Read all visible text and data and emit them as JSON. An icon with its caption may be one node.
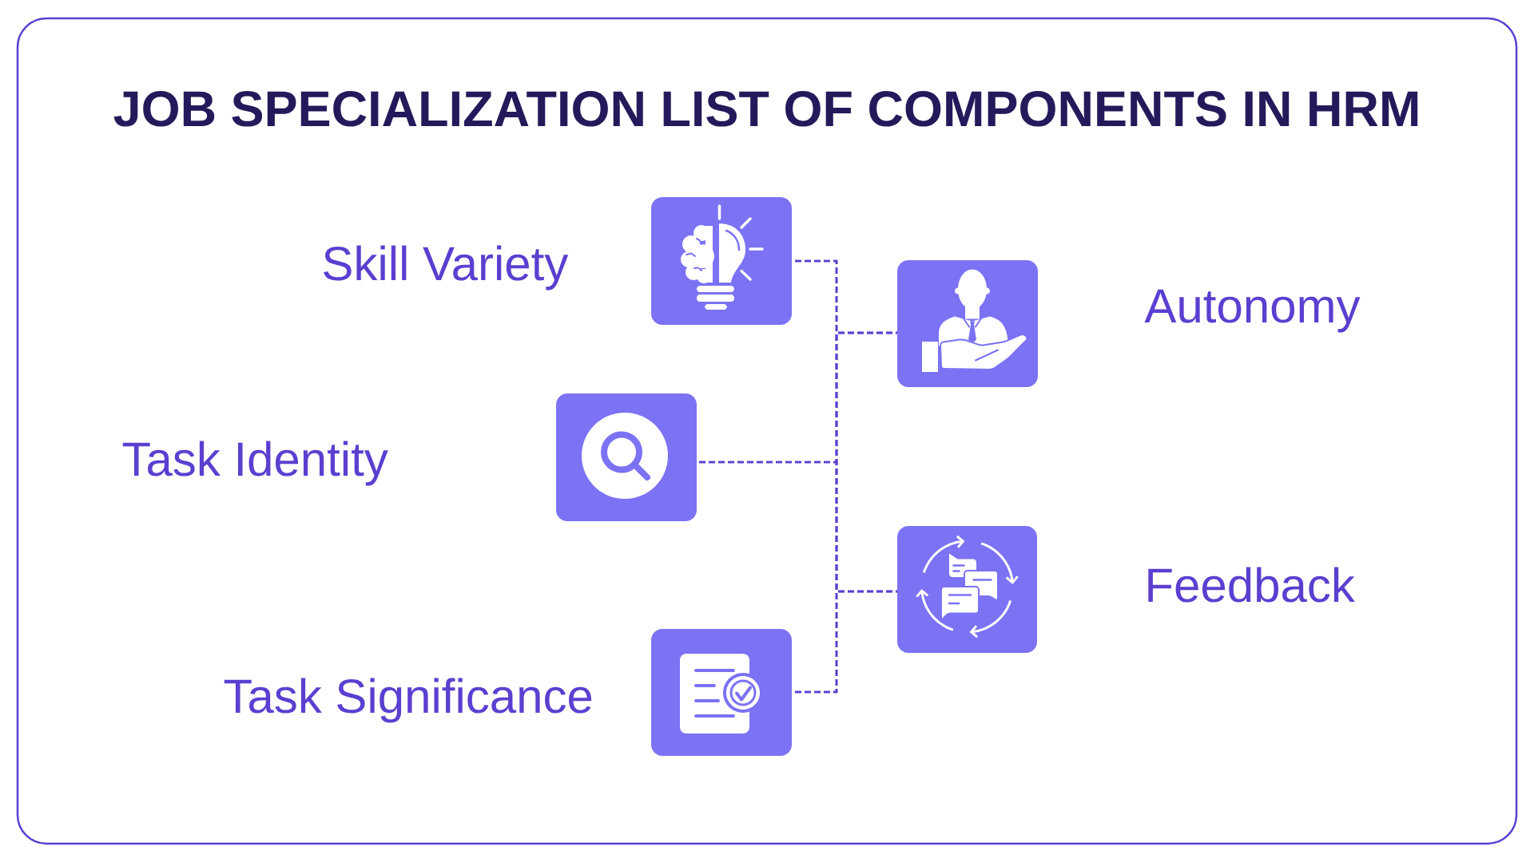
{
  "diagram": {
    "title": "JOB SPECIALIZATION LIST OF COMPONENTS IN HRM",
    "nodes": [
      {
        "text": [],
        "shape": "box",
        "beside": [
          "Skill Variety"
        ]
      },
      {
        "text": [],
        "shape": "box",
        "beside": [
          "Autonomy"
        ]
      },
      {
        "text": [],
        "shape": "box",
        "beside": [
          "Task Identity"
        ]
      },
      {
        "text": [],
        "shape": "box",
        "beside": [
          "Feedback"
        ]
      },
      {
        "text": [],
        "shape": "box",
        "beside": [
          "Task Significance"
        ]
      }
    ],
    "edges": [
      {
        "from": 0,
        "to": 1,
        "arrow": "none",
        "style": "dashed"
      },
      {
        "from": 0,
        "to": 3,
        "arrow": "none",
        "style": "dashed"
      },
      {
        "from": 2,
        "to": 1,
        "arrow": "none",
        "style": "dashed"
      },
      {
        "from": 2,
        "to": 3,
        "arrow": "none",
        "style": "dashed"
      },
      {
        "from": 4,
        "to": 1,
        "arrow": "none",
        "style": "dashed"
      },
      {
        "from": 4,
        "to": 3,
        "arrow": "none",
        "style": "dashed"
      }
    ]
  }
}
